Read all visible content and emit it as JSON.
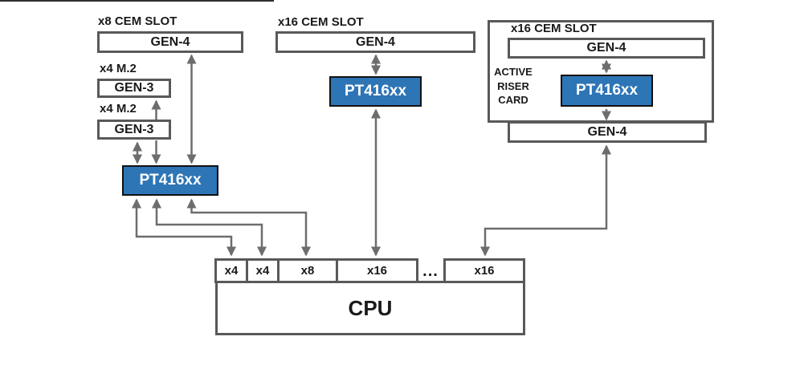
{
  "left_column": {
    "slot_label": "x8 CEM SLOT",
    "slot_gen": "GEN-4",
    "m2_1_label": "x4 M.2",
    "m2_1_gen": "GEN-3",
    "m2_2_label": "x4 M.2",
    "m2_2_gen": "GEN-3",
    "chip": "PT416xx"
  },
  "middle_column": {
    "slot_label": "x16 CEM SLOT",
    "slot_gen": "GEN-4",
    "chip": "PT416xx"
  },
  "riser_card": {
    "slot_label": "x16 CEM SLOT",
    "slot_gen": "GEN-4",
    "card_label_lines": [
      "ACTIVE",
      "RISER",
      "CARD"
    ],
    "chip": "PT416xx",
    "edge_gen": "GEN-4"
  },
  "cpu": {
    "label": "CPU",
    "lanes": [
      {
        "label": "x4"
      },
      {
        "label": "x4"
      },
      {
        "label": "x8"
      },
      {
        "label": "x16"
      },
      {
        "label": "x16"
      }
    ],
    "ellipsis": "..."
  },
  "colors": {
    "chip_fill": "#2e75b6",
    "chip_border": "#111111",
    "chip_text": "#ffffff",
    "box_border": "#58595b",
    "arrow": "#6d6d6d",
    "text": "#1a1a1a"
  }
}
